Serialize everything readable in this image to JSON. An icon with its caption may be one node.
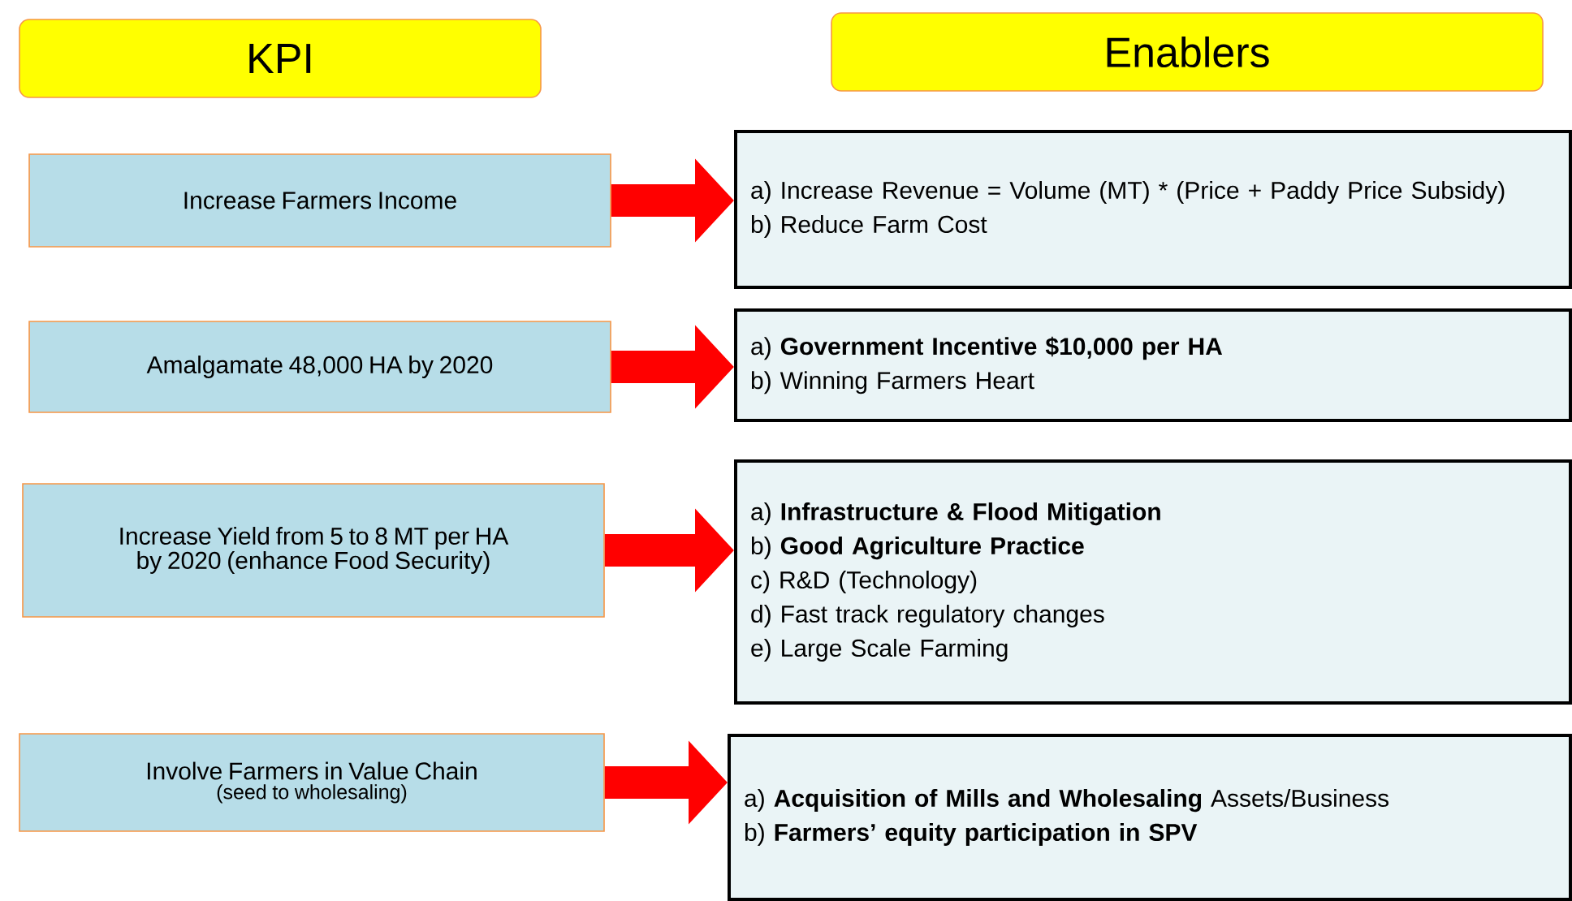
{
  "diagram": {
    "nodes": [
      {
        "text": [
          "KPI"
        ]
      },
      {
        "text": [
          "Enablers"
        ]
      },
      {
        "text": [
          "Increase Farmers Income"
        ]
      },
      {
        "text": [
          "a) Increase Revenue = Volume (MT) * (Price + Paddy Price Subsidy)",
          "b) Reduce Farm Cost"
        ]
      },
      {
        "text": [
          "Amalgamate 48,000 HA by 2020"
        ]
      },
      {
        "text": [
          "a) **Government Incentive $10,000 per HA**",
          "b) Winning Farmers Heart"
        ]
      },
      {
        "text": [
          "Increase Yield from 5 to 8 MT per HA by 2020 (enhance Food Security)"
        ]
      },
      {
        "text": [
          "a) **Infrastructure & Flood Mitigation**",
          "b) **Good Agriculture Practice**",
          "c) R&D (Technology)",
          "d) Fast track regulatory changes",
          "e) Large Scale Farming"
        ]
      },
      {
        "text": [
          "Involve Farmers in Value Chain",
          "(seed to wholesaling)"
        ]
      },
      {
        "text": [
          "a) **Acquisition of Mills and Wholesaling** Assets/Business",
          "b) **Farmers’ equity participation in SPV**"
        ]
      }
    ],
    "edges": [
      {
        "from": 2,
        "to": 3,
        "arrow": "to"
      },
      {
        "from": 4,
        "to": 5,
        "arrow": "to"
      },
      {
        "from": 6,
        "to": 7,
        "arrow": "to"
      },
      {
        "from": 8,
        "to": 9,
        "arrow": "to"
      }
    ]
  }
}
